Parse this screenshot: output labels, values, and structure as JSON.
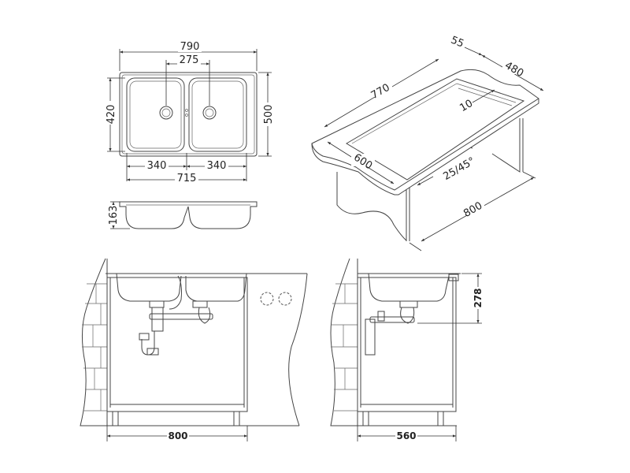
{
  "top_view": {
    "overall_width": "790",
    "drain_spacing": "275",
    "bowl_depth": "420",
    "overall_depth": "500",
    "left_bowl_width": "340",
    "right_bowl_width": "340",
    "cutout_width": "715"
  },
  "side_view": {
    "bowl_height": "163"
  },
  "isometric_view": {
    "edge": "55",
    "cutout_depth": "480",
    "cutout_length": "770",
    "offset": "10",
    "worktop_depth": "600",
    "radius_angle": "25/45°",
    "cabinet_width": "800"
  },
  "front_view": {
    "cabinet_width": "800"
  },
  "side_section_view": {
    "sink_height": "278",
    "cabinet_depth": "560"
  }
}
